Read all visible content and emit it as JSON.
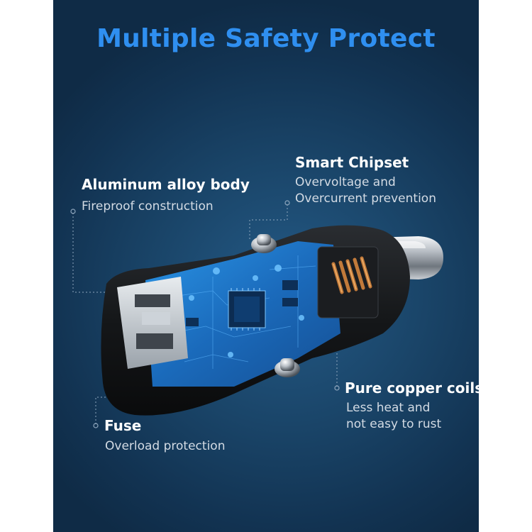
{
  "title": "Multiple Safety Protect",
  "features": [
    {
      "title": "Aluminum alloy body",
      "desc": "Fireproof construction"
    },
    {
      "title": "Smart Chipset",
      "desc": "Overvoltage and\nOvercurrent prevention"
    },
    {
      "title": "Pure copper coils",
      "desc": "Less heat and\nnot easy to rust"
    },
    {
      "title": "Fuse",
      "desc": "Overload protection"
    }
  ],
  "colors": {
    "title": "#2f8ff0",
    "panel": "#1a4569",
    "pcb": "#1e7fd6"
  },
  "icons": [
    "car-charger-image",
    "usb-port-icon",
    "chip-icon",
    "copper-coil-icon",
    "contact-tip-icon"
  ]
}
